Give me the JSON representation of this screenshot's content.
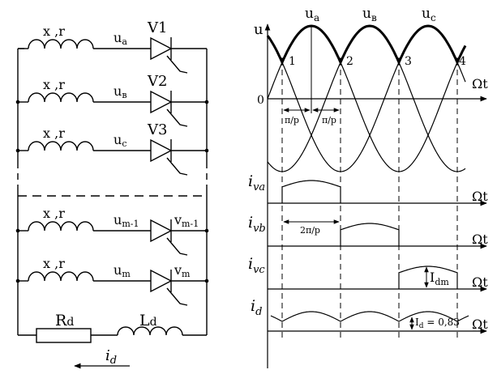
{
  "circuit": {
    "phases": [
      {
        "coil": "x ,r",
        "voltage": "u",
        "voltage_sub": "a",
        "valve": "V1",
        "valve_sub": ""
      },
      {
        "coil": "x ,r",
        "voltage": "u",
        "voltage_sub": "в",
        "valve": "V2",
        "valve_sub": ""
      },
      {
        "coil": "x ,r",
        "voltage": "u",
        "voltage_sub": "c",
        "valve": "V3",
        "valve_sub": ""
      },
      {
        "coil": "x ,r",
        "voltage": "u",
        "voltage_sub": "m-1",
        "valve": "v",
        "valve_sub": "m-1"
      },
      {
        "coil": "x ,r",
        "voltage": "u",
        "voltage_sub": "m",
        "valve": "v",
        "valve_sub": "m"
      }
    ],
    "load_resistor": {
      "main": "R",
      "sub": "d"
    },
    "load_inductor": {
      "main": "L",
      "sub": "d"
    },
    "load_current": {
      "main": "i",
      "sub": "d"
    }
  },
  "plots": {
    "voltage": {
      "axis_label": "u",
      "origin_label": "0",
      "time_label": "Ωt",
      "wave_labels": [
        {
          "main": "u",
          "sub": "a"
        },
        {
          "main": "u",
          "sub": "в"
        },
        {
          "main": "u",
          "sub": "c"
        }
      ],
      "points": [
        "1",
        "2",
        "3",
        "4"
      ],
      "interval_label": "π/p"
    },
    "current_a": {
      "main": "i",
      "sub": "va",
      "time_label": "Ωt"
    },
    "current_b": {
      "main": "i",
      "sub": "vb",
      "time_label": "Ωt",
      "interval_label": "2π/p"
    },
    "current_c": {
      "main": "i",
      "sub": "vc",
      "time_label": "Ωt",
      "amplitude": {
        "main": "I",
        "sub": "dm"
      }
    },
    "current_d": {
      "main": "i",
      "sub": "d",
      "time_label": "Ωt",
      "value": {
        "main": "I",
        "sub": "d",
        "rest": " = 0,83"
      }
    }
  }
}
